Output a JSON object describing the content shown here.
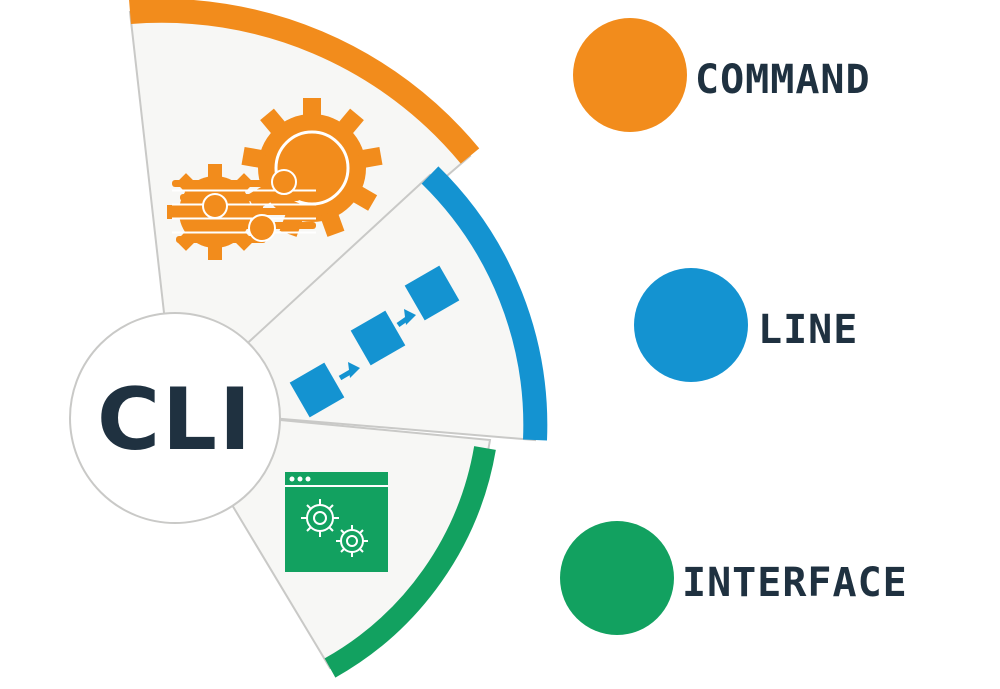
{
  "center": {
    "label": "CLI"
  },
  "legend": [
    {
      "label": "COMMAND",
      "color": "#f28c1c",
      "icon": "gears-timeline-icon"
    },
    {
      "label": "LINE",
      "color": "#1493d1",
      "icon": "flow-steps-icon"
    },
    {
      "label": "INTERFACE",
      "color": "#12a160",
      "icon": "settings-window-icon"
    }
  ],
  "colors": {
    "text": "#1f3140",
    "panel": "#f7f7f5",
    "panel_stroke": "#c9c9c7"
  }
}
